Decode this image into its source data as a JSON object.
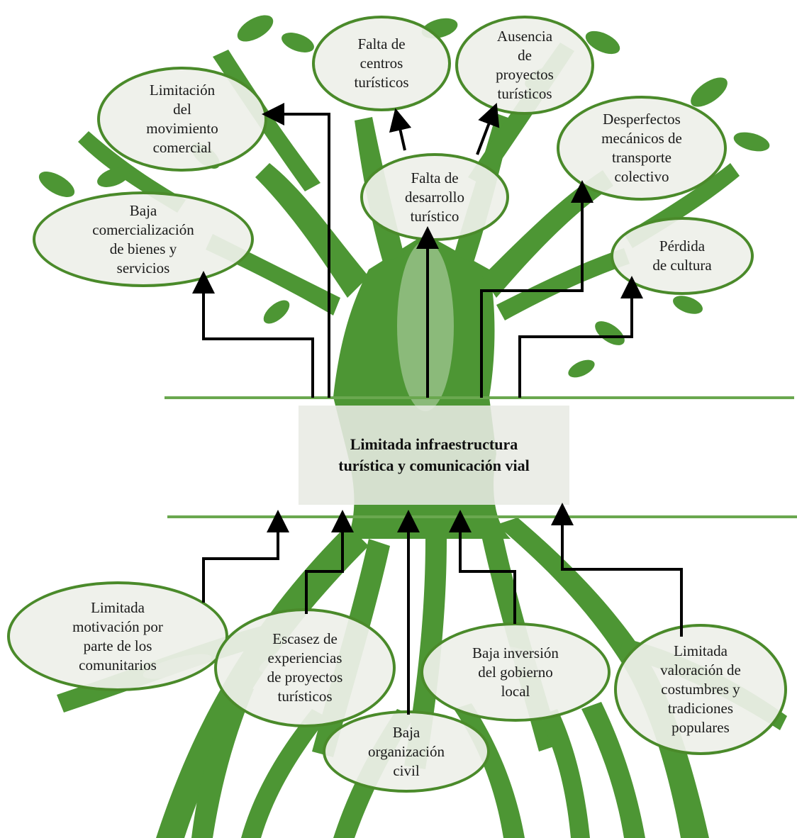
{
  "colors": {
    "tree": "#4d9634",
    "tree_light": "#8fc47a",
    "node_border": "#4a8a2a",
    "node_fill": "#eef0ea",
    "arrow": "#000000",
    "band_line": "#6aa84f"
  },
  "problem": {
    "text": "Limitada infraestructura\nturística y comunicación vial"
  },
  "effects": [
    {
      "id": "limitacion-movimiento",
      "text": "Limitación\ndel\nmovimiento\ncomercial"
    },
    {
      "id": "falta-centros",
      "text": "Falta de\ncentros\nturísticos"
    },
    {
      "id": "ausencia-proyectos",
      "text": "Ausencia\nde\nproyectos\nturísticos"
    },
    {
      "id": "desperfectos",
      "text": "Desperfectos\nmecánicos de\ntransporte\ncolectivo"
    },
    {
      "id": "falta-desarrollo",
      "text": "Falta de\ndesarrollo\nturístico"
    },
    {
      "id": "baja-comercializacion",
      "text": "Baja\ncomercialización\nde bienes y\nservicios"
    },
    {
      "id": "perdida-cultura",
      "text": "Pérdida\nde cultura"
    }
  ],
  "causes": [
    {
      "id": "limitada-motivacion",
      "text": "Limitada\nmotivación por\nparte de los\ncomunitarios"
    },
    {
      "id": "escasez-experiencias",
      "text": "Escasez de\nexperiencias\nde proyectos\nturísticos"
    },
    {
      "id": "baja-organizacion",
      "text": "Baja\norganización\ncivil"
    },
    {
      "id": "baja-inversion",
      "text": "Baja inversión\ndel gobierno\nlocal"
    },
    {
      "id": "limitada-valoracion",
      "text": "Limitada\nvaloración de\ncostumbres y\ntradiciones\npopulares"
    }
  ]
}
